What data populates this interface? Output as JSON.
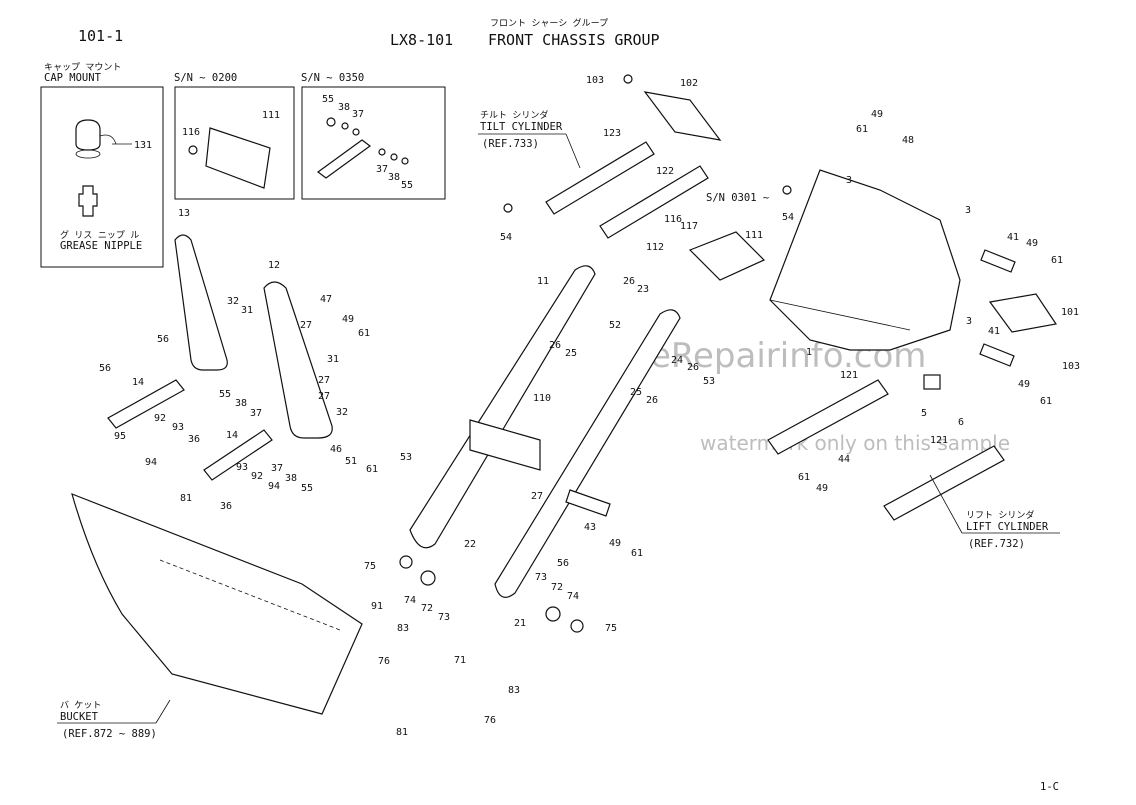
{
  "header": {
    "page_ref": "101-1",
    "group_code": "LX8-101",
    "title_en": "FRONT CHASSIS GROUP",
    "title_jp": "フロント シャーシ グループ"
  },
  "footer": {
    "page_id": "1-C"
  },
  "watermark": {
    "line1": "eRepairinfo.com",
    "line2": "watermark only on this sample"
  },
  "insets": {
    "cap_mount": {
      "label_jp": "キャップ マウント",
      "label_en": "CAP MOUNT"
    },
    "grease_nipple": {
      "label_jp": "グ リス ニップ ル",
      "label_en": "GREASE NIPPLE"
    },
    "sn_0200": {
      "label": "S/N ~ 0200"
    },
    "sn_0350": {
      "label": "S/N ~ 0350"
    }
  },
  "callouts": {
    "tilt_cylinder": {
      "label_jp": "チルト シリンダ",
      "label_en": "TILT CYLINDER",
      "ref": "(REF.733)"
    },
    "lift_cylinder": {
      "label_jp": "リフト シリンダ",
      "label_en": "LIFT CYLINDER",
      "ref": "(REF.732)"
    },
    "bucket": {
      "label_jp": "バ ケット",
      "label_en": "BUCKET",
      "ref": "(REF.872 ~ 889)"
    },
    "sn_0301": {
      "label": "S/N 0301 ~"
    }
  },
  "part_numbers": {
    "p131": "131",
    "p116a": "116",
    "p111a": "111",
    "p55a": "55",
    "p38a": "38",
    "p37a": "37",
    "p37b": "37",
    "p38b": "38",
    "p55b": "55",
    "p103a": "103",
    "p102": "102",
    "p61a": "61",
    "p49a": "49",
    "p48": "48",
    "p123": "123",
    "p122": "122",
    "p54a": "54",
    "p54b": "54",
    "p3a": "3",
    "p3b": "3",
    "p3c": "3",
    "p116b": "116",
    "p117": "117",
    "p111b": "111",
    "p112": "112",
    "p41a": "41",
    "p49b": "49",
    "p61b": "61",
    "p101": "101",
    "p41b": "41",
    "p49c": "49",
    "p103b": "103",
    "p61c": "61",
    "p1": "1",
    "p13": "13",
    "p12": "12",
    "p32a": "32",
    "p31a": "31",
    "p27a": "27",
    "p47": "47",
    "p49d": "49",
    "p61d": "61",
    "p31b": "31",
    "p27b": "27",
    "p27c": "27",
    "p32b": "32",
    "p56a": "56",
    "p56b": "56",
    "p14a": "14",
    "p14b": "14",
    "p55c": "55",
    "p38c": "38",
    "p37c": "37",
    "p92a": "92",
    "p93a": "93",
    "p95": "95",
    "p94a": "94",
    "p36a": "36",
    "p93b": "93",
    "p92b": "92",
    "p36b": "36",
    "p94b": "94",
    "p37d": "37",
    "p38d": "38",
    "p55d": "55",
    "p46": "46",
    "p51": "51",
    "p61e": "61",
    "p53a": "53",
    "p11": "11",
    "p26a": "26",
    "p23": "23",
    "p52": "52",
    "p26b": "26",
    "p25a": "25",
    "p110": "110",
    "p24": "24",
    "p26c": "26",
    "p53b": "53",
    "p25b": "25",
    "p26d": "26",
    "p121a": "121",
    "p121b": "121",
    "p5": "5",
    "p6": "6",
    "p61f": "61",
    "p49e": "49",
    "p44": "44",
    "p27d": "27",
    "p43": "43",
    "p49f": "49",
    "p61g": "61",
    "p81a": "81",
    "p22": "22",
    "p75a": "75",
    "p74a": "74",
    "p72a": "72",
    "p73a": "73",
    "p56c": "56",
    "p73b": "73",
    "p72b": "72",
    "p74b": "74",
    "p21": "21",
    "p75b": "75",
    "p91": "91",
    "p83a": "83",
    "p76a": "76",
    "p71": "71",
    "p83b": "83",
    "p76b": "76",
    "p81b": "81"
  }
}
